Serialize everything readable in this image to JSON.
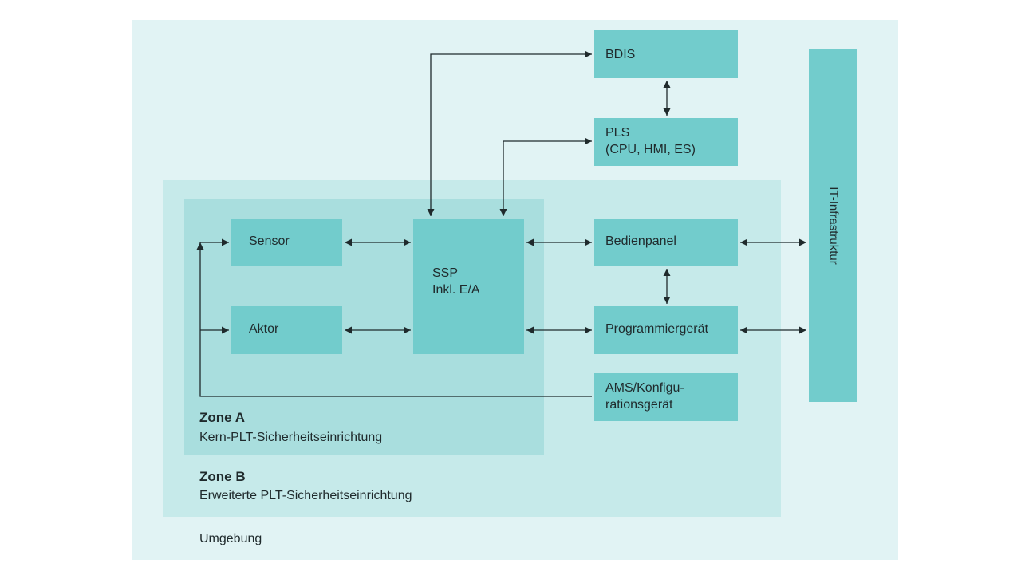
{
  "boxes": {
    "bdis": "BDIS",
    "pls_line1": "PLS",
    "pls_line2": "(CPU, HMI, ES)",
    "sensor": "Sensor",
    "aktor": "Aktor",
    "ssp_line1": "SSP",
    "ssp_line2": "Inkl. E/A",
    "bedienpanel": "Bedienpanel",
    "programmiergeraet": "Programmiergerät",
    "ams_line1": "AMS/Konfigu-",
    "ams_line2": "rationsgerät",
    "it_infrastruktur": "IT-Infrastruktur"
  },
  "zones": {
    "zone_a_title": "Zone A",
    "zone_a_subtitle": "Kern-PLT-Sicherheitseinrichtung",
    "zone_b_title": "Zone B",
    "zone_b_subtitle": "Erweiterte PLT-Sicherheitseinrichtung",
    "environment": "Umgebung"
  },
  "colors": {
    "environment": "#e1f3f4",
    "zone_b": "#c6eaea",
    "zone_a": "#a9dede",
    "box": "#72cccc",
    "arrow": "#1f2a2c"
  }
}
